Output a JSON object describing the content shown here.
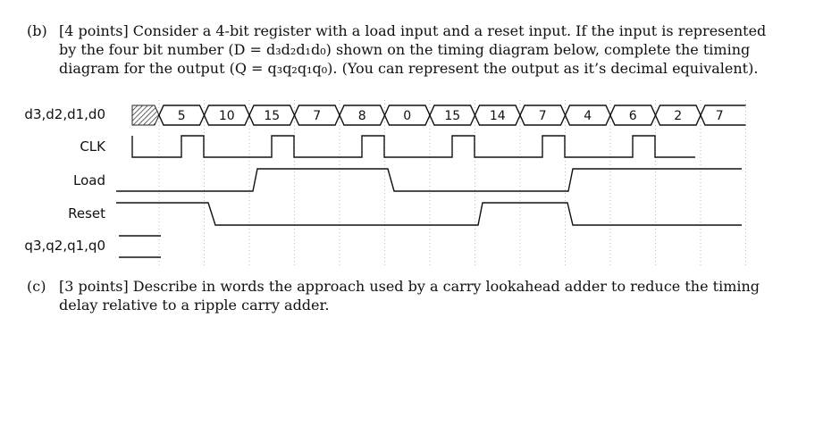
{
  "part_b": {
    "tag": "(b)",
    "line1": "[4 points] Consider a 4-bit register with a load input and a reset input. If the input is represented",
    "line2": "by the four bit number (D = d₃d₂d₁d₀) shown on the timing diagram below, complete the timing",
    "line3": "diagram for the output (Q = q₃q₂q₁q₀). (You can represent the output as it’s decimal equivalent)."
  },
  "timing": {
    "signal_labels": {
      "data": "d3,d2,d1,d0",
      "clk": "CLK",
      "load": "Load",
      "reset": "Reset",
      "output": "q3,q2,q1,q0"
    },
    "data_values": [
      "5",
      "10",
      "15",
      "7",
      "8",
      "0",
      "15",
      "14",
      "7",
      "4",
      "6",
      "2",
      "7"
    ]
  },
  "part_c": {
    "tag": "(c)",
    "line1": "[3 points] Describe in words the approach used by a carry lookahead adder to reduce the timing",
    "line2": "delay relative to a ripple carry adder."
  }
}
